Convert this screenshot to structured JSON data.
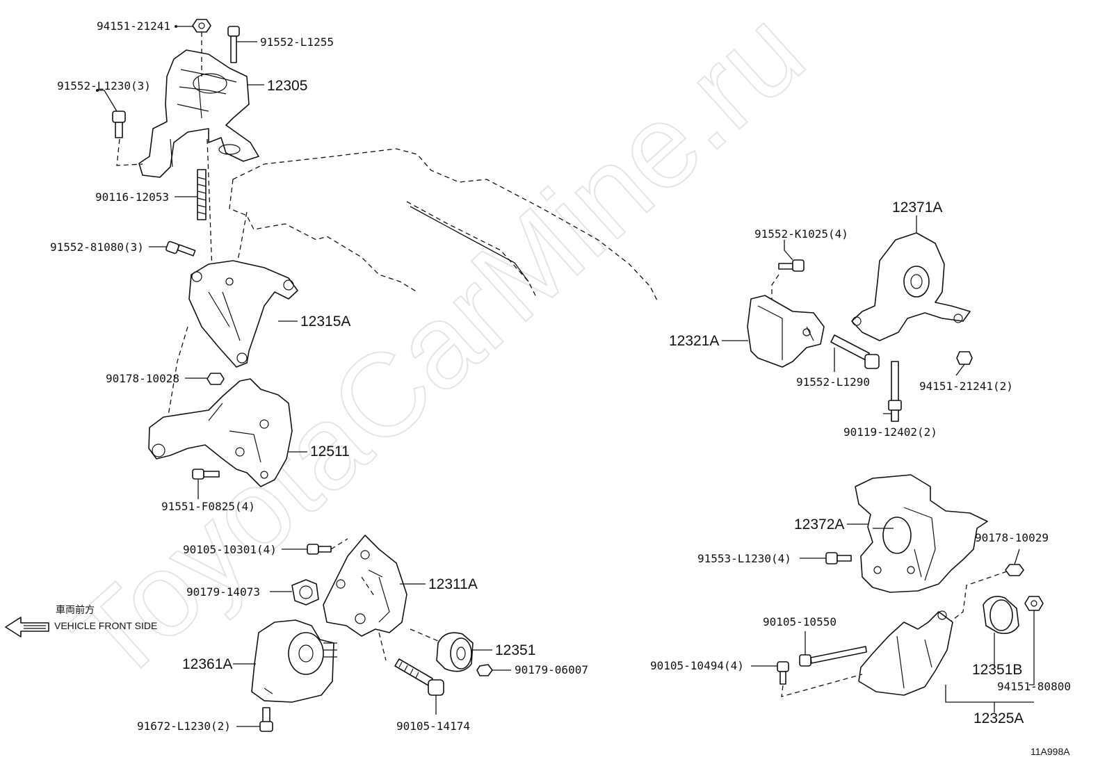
{
  "watermark": "ToyotaCarMine.ru",
  "diagram_code": "11A998A",
  "orientation": {
    "label_jp": "車両前方",
    "label_en": "VEHICLE FRONT SIDE",
    "icon": "left-arrow-icon"
  },
  "callouts": {
    "c1": "94151-21241",
    "c2": "91552-L1255",
    "c3": "12305",
    "c4": "91552-L1230(3)",
    "c5": "90116-12053",
    "c6": "91552-81080(3)",
    "c7": "12315A",
    "c8": "90178-10028",
    "c9": "12511",
    "c10": "91551-F0825(4)",
    "c11": "90105-10301(4)",
    "c12": "12311A",
    "c13": "90179-14073",
    "c14": "12351",
    "c15": "90179-06007",
    "c16": "12361A",
    "c17": "90105-14174",
    "c18": "91672-L1230(2)",
    "c19": "12371A",
    "c20": "91552-K1025(4)",
    "c21": "12321A",
    "c22": "91552-L1290",
    "c23": "94151-21241(2)",
    "c24": "90119-12402(2)",
    "c25": "12372A",
    "c26": "90178-10029",
    "c27": "91553-L1230(4)",
    "c28": "90105-10550",
    "c29": "90105-10494(4)",
    "c30": "12351B",
    "c31": "94151-80800",
    "c32": "12325A"
  }
}
